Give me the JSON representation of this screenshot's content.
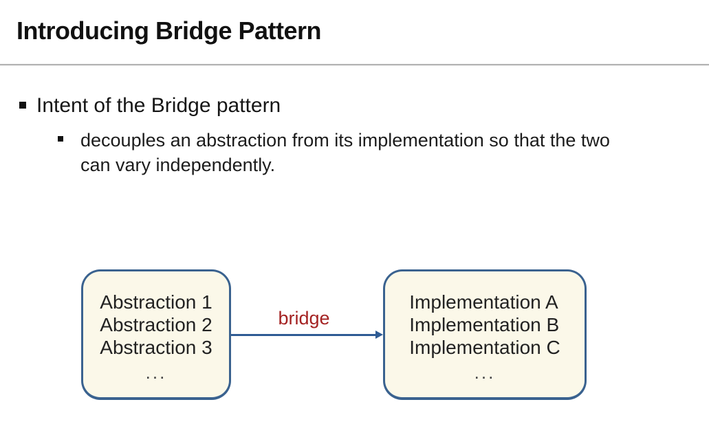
{
  "slide": {
    "title": "Introducing Bridge Pattern",
    "bullet1": "Intent of the Bridge pattern",
    "bullet2": {
      "line1": "decouples an abstraction from its implementation so that the two",
      "line2": "can vary independently."
    },
    "diagram": {
      "abstraction_box": {
        "lines": [
          "Abstraction 1",
          "Abstraction 2",
          "Abstraction 3"
        ],
        "ellipsis": "..."
      },
      "implementation_box": {
        "lines": [
          "Implementation A",
          "Implementation B",
          "Implementation C"
        ],
        "ellipsis": "..."
      },
      "bridge_label": "bridge",
      "colors": {
        "box_fill": "#fbf8e9",
        "box_border": "#3a628f",
        "arrow": "#2e5b94",
        "bridge_label_text": "#a42222",
        "divider": "#b3b3b3",
        "text": "#1a1a1a"
      }
    }
  }
}
